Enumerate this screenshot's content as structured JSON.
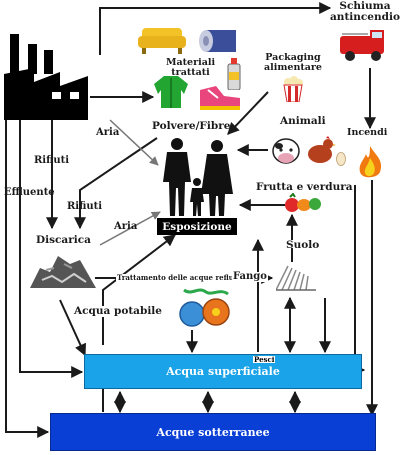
{
  "labels": {
    "materiali_trattati": "Materiali\ntrattati",
    "packaging": "Packaging\nalimentare",
    "schiuma": "Schiuma\nantincendio",
    "polvere": "Polvere/Fibre",
    "aria_left": "Aria",
    "aria_mid": "Aria",
    "animali": "Animali",
    "incendi": "Incendi",
    "rifiuti_left": "Rifiuti",
    "rifiuti_mid": "Rifiuti",
    "effluente": "Effluente",
    "frutta": "Frutta e verdura",
    "discarica": "Discarica",
    "suolo": "Suolo",
    "trattamento": "Trattamento delle acque reflue",
    "fango": "Fango",
    "acqua_potabile": "Acqua potabile",
    "pesci": "Pesci"
  },
  "boxes": {
    "esposizione": "Esposizione",
    "acqua_superficiale": "Acqua superficiale",
    "acque_sotterranee": "Acque sotterranee"
  },
  "colors": {
    "line": "#1a1a1a",
    "surface_water": "#1aa3e8",
    "groundwater": "#0a3fd6",
    "box_text": "#ffffff",
    "exposure_bg": "#000000"
  },
  "icons": [
    "factory-icon",
    "sofa-icon",
    "carpet-roll-icon",
    "jacket-icon",
    "sneaker-icon",
    "spray-can-icon",
    "popcorn-icon",
    "fire-truck-icon",
    "fire-icon",
    "cow-icon",
    "hen-icon",
    "egg-icon",
    "vegetables-icon",
    "family-silhouette-icon",
    "landfill-icon",
    "treatment-plant-icon",
    "field-icon",
    "fish-icon"
  ]
}
